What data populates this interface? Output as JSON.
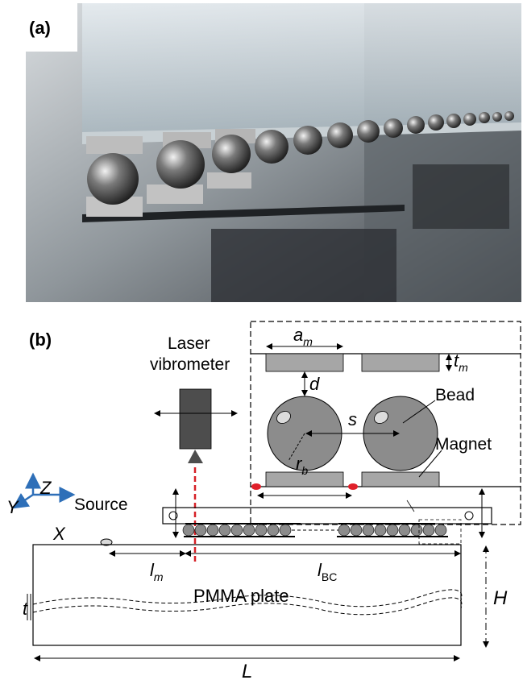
{
  "panel_a": {
    "label": "(a)"
  },
  "panel_b": {
    "label": "(b)",
    "laser": {
      "line1": "Laser",
      "line2": "vibrometer"
    },
    "inset": {
      "am": "a",
      "am_sub": "m",
      "tm": "t",
      "tm_sub": "m",
      "d": "d",
      "s": "s",
      "rb": "r",
      "rb_sub": "b",
      "bead": "Bead",
      "magnet": "Magnet"
    },
    "axes": {
      "z": "Z",
      "y": "Y",
      "x": "X"
    },
    "source": "Source",
    "lm": "l",
    "lm_sub": "m",
    "lbc": "l",
    "lbc_sub": "BC",
    "plate": "PMMA plate",
    "H": "H",
    "t": "t",
    "L": "L"
  },
  "colors": {
    "bead": "#8c8c8c",
    "magnet": "#a6a6a6",
    "laser_body": "#4d4d4d",
    "laser_beam": "#d62027",
    "axis": "#2e6fb8",
    "contact": "#e0202a"
  }
}
